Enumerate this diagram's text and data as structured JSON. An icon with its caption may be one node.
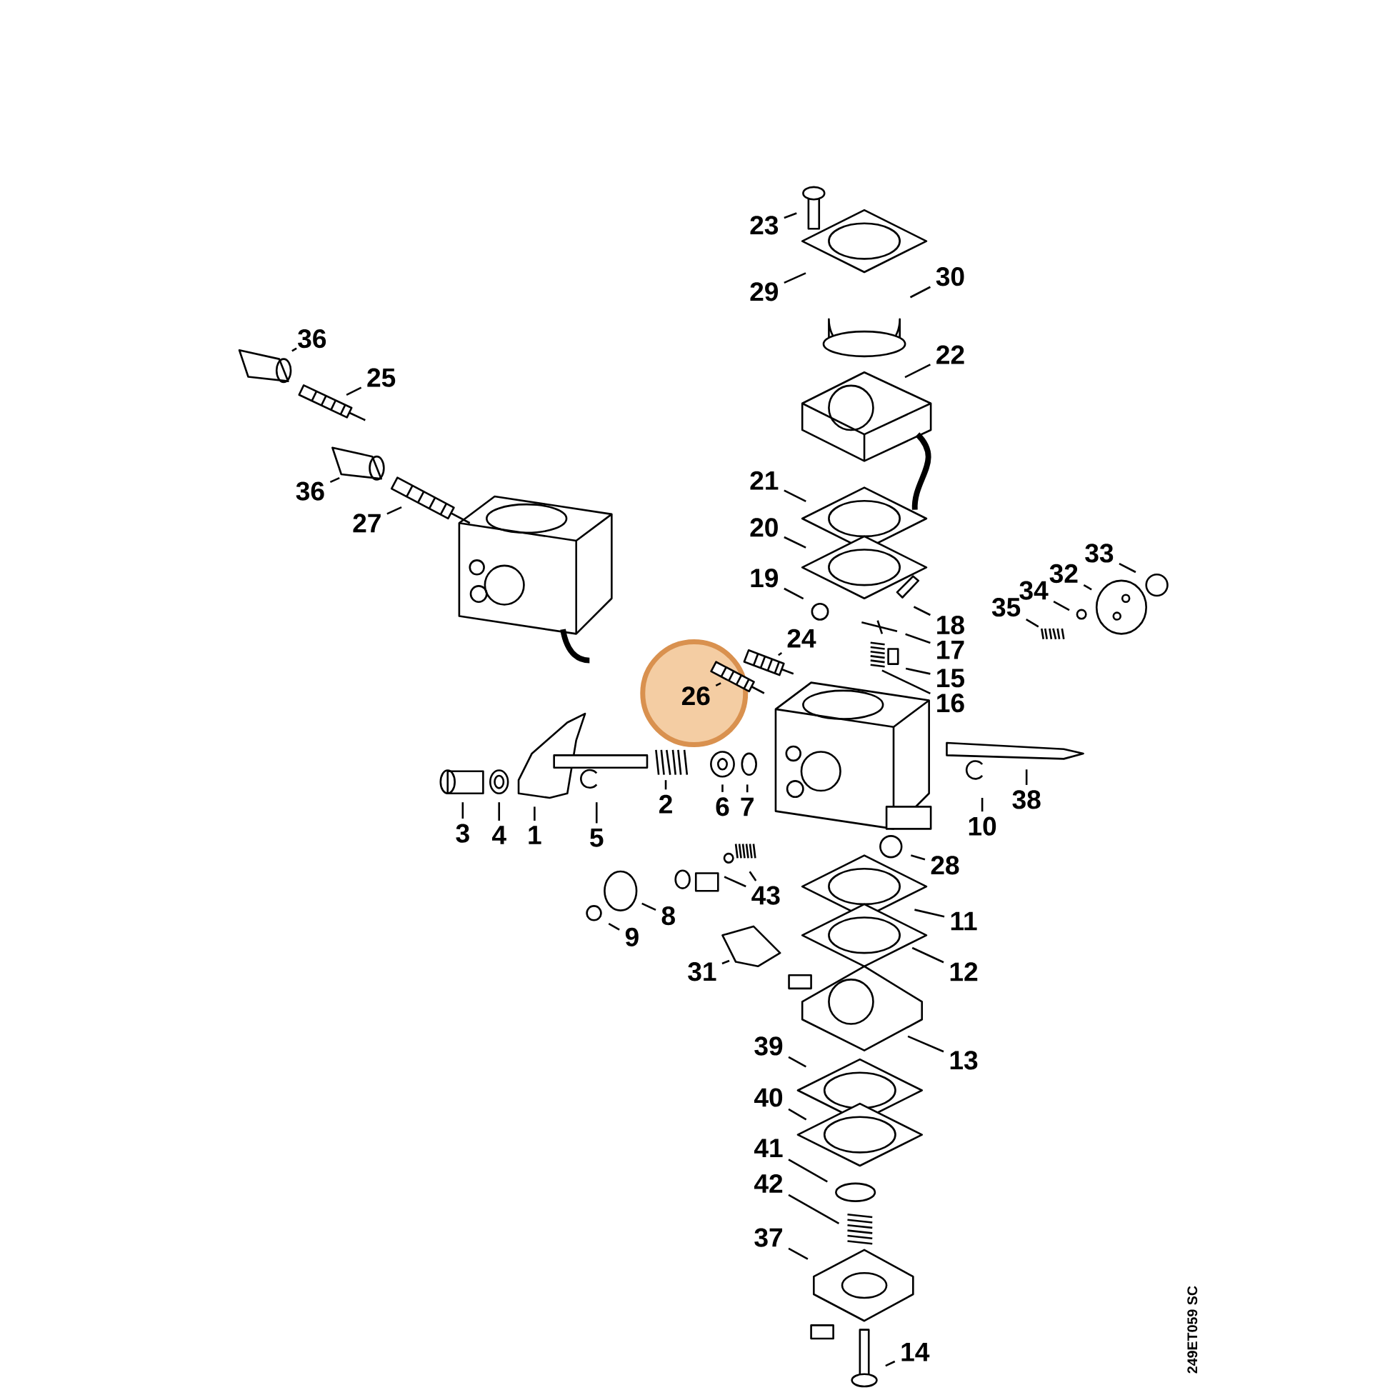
{
  "diagram": {
    "nodes": [
      {
        "text": [
          "23"
        ]
      },
      {
        "text": [
          "29"
        ]
      },
      {
        "text": [
          "30"
        ]
      },
      {
        "text": [
          "36"
        ]
      },
      {
        "text": [
          "22"
        ]
      },
      {
        "text": [
          "25"
        ]
      },
      {
        "text": [
          "21"
        ]
      },
      {
        "text": [
          "36"
        ]
      },
      {
        "text": [
          "27"
        ]
      },
      {
        "text": [
          "20"
        ]
      },
      {
        "text": [
          "33"
        ]
      },
      {
        "text": [
          "32"
        ]
      },
      {
        "text": [
          "19"
        ]
      },
      {
        "text": [
          "34"
        ]
      },
      {
        "text": [
          "35"
        ]
      },
      {
        "text": [
          "18"
        ]
      },
      {
        "text": [
          "24"
        ]
      },
      {
        "text": [
          "17"
        ]
      },
      {
        "text": [
          "15"
        ]
      },
      {
        "text": [
          "26"
        ]
      },
      {
        "text": [
          "16"
        ]
      },
      {
        "text": [
          "38"
        ]
      },
      {
        "text": [
          "2"
        ]
      },
      {
        "text": [
          "6"
        ]
      },
      {
        "text": [
          "7"
        ]
      },
      {
        "text": [
          "10"
        ]
      },
      {
        "text": [
          "3"
        ]
      },
      {
        "text": [
          "4"
        ]
      },
      {
        "text": [
          "1"
        ]
      },
      {
        "text": [
          "5"
        ]
      },
      {
        "text": [
          "28"
        ]
      },
      {
        "text": [
          "43"
        ]
      },
      {
        "text": [
          "8"
        ]
      },
      {
        "text": [
          "11"
        ]
      },
      {
        "text": [
          "9"
        ]
      },
      {
        "text": [
          "31"
        ]
      },
      {
        "text": [
          "12"
        ]
      },
      {
        "text": [
          "39"
        ]
      },
      {
        "text": [
          "13"
        ]
      },
      {
        "text": [
          "40"
        ]
      },
      {
        "text": [
          "41"
        ]
      },
      {
        "text": [
          "42"
        ]
      },
      {
        "text": [
          "37"
        ]
      },
      {
        "text": [
          "14"
        ]
      }
    ],
    "edges": [
      {
        "from": 0,
        "to": null,
        "arrow": "none"
      },
      {
        "from": 1,
        "to": null,
        "arrow": "none"
      },
      {
        "from": 2,
        "to": null,
        "arrow": "none"
      },
      {
        "from": 3,
        "to": null,
        "arrow": "none"
      },
      {
        "from": 4,
        "to": null,
        "arrow": "none"
      },
      {
        "from": 5,
        "to": null,
        "arrow": "none"
      },
      {
        "from": 6,
        "to": null,
        "arrow": "none"
      },
      {
        "from": 7,
        "to": null,
        "arrow": "none"
      },
      {
        "from": 8,
        "to": null,
        "arrow": "none"
      },
      {
        "from": 9,
        "to": null,
        "arrow": "none"
      },
      {
        "from": 10,
        "to": null,
        "arrow": "none"
      },
      {
        "from": 11,
        "to": null,
        "arrow": "none"
      },
      {
        "from": 12,
        "to": null,
        "arrow": "none"
      },
      {
        "from": 13,
        "to": null,
        "arrow": "none"
      },
      {
        "from": 14,
        "to": null,
        "arrow": "none"
      },
      {
        "from": 15,
        "to": null,
        "arrow": "none"
      },
      {
        "from": 16,
        "to": null,
        "arrow": "none"
      },
      {
        "from": 17,
        "to": null,
        "arrow": "none"
      },
      {
        "from": 18,
        "to": null,
        "arrow": "none"
      },
      {
        "from": 19,
        "to": null,
        "arrow": "none"
      },
      {
        "from": 20,
        "to": null,
        "arrow": "none"
      },
      {
        "from": 21,
        "to": null,
        "arrow": "none"
      },
      {
        "from": 22,
        "to": null,
        "arrow": "none"
      },
      {
        "from": 23,
        "to": null,
        "arrow": "none"
      },
      {
        "from": 24,
        "to": null,
        "arrow": "none"
      },
      {
        "from": 25,
        "to": null,
        "arrow": "none"
      },
      {
        "from": 26,
        "to": null,
        "arrow": "none"
      },
      {
        "from": 27,
        "to": null,
        "arrow": "none"
      },
      {
        "from": 28,
        "to": null,
        "arrow": "none"
      },
      {
        "from": 29,
        "to": null,
        "arrow": "none"
      },
      {
        "from": 30,
        "to": null,
        "arrow": "none"
      },
      {
        "from": 31,
        "to": null,
        "arrow": "none"
      },
      {
        "from": 31,
        "to": null,
        "arrow": "none"
      },
      {
        "from": 32,
        "to": null,
        "arrow": "none"
      },
      {
        "from": 33,
        "to": null,
        "arrow": "none"
      },
      {
        "from": 34,
        "to": null,
        "arrow": "none"
      },
      {
        "from": 35,
        "to": null,
        "arrow": "none"
      },
      {
        "from": 36,
        "to": null,
        "arrow": "none"
      },
      {
        "from": 37,
        "to": null,
        "arrow": "none"
      },
      {
        "from": 38,
        "to": null,
        "arrow": "none"
      },
      {
        "from": 39,
        "to": null,
        "arrow": "none"
      },
      {
        "from": 40,
        "to": null,
        "arrow": "none"
      },
      {
        "from": 41,
        "to": null,
        "arrow": "none"
      },
      {
        "from": 42,
        "to": null,
        "arrow": "none"
      },
      {
        "from": 43,
        "to": null,
        "arrow": "none"
      }
    ],
    "labels": [
      "249ET059 SC"
    ]
  }
}
